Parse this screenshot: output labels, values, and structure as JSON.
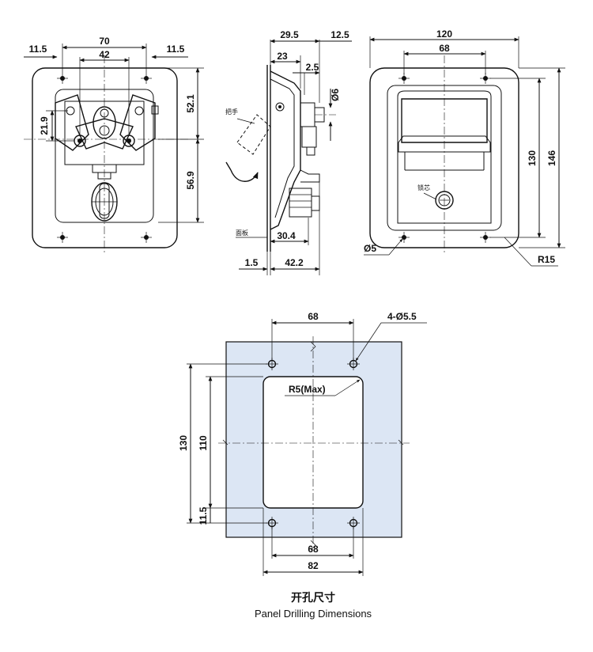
{
  "colors": {
    "panel_fill": "#dce6f4",
    "line": "#111111"
  },
  "front_view": {
    "dim_70": "70",
    "dim_42": "42",
    "dim_11_5_left": "11.5",
    "dim_11_5_right": "11.5",
    "dim_52_1": "52.1",
    "dim_56_9": "56.9",
    "dim_21_9": "21.9"
  },
  "side_view": {
    "dim_29_5": "29.5",
    "dim_12_5": "12.5",
    "dim_23": "23",
    "dim_2_5": "2.5",
    "dim_phi6": "Ø6",
    "dim_30_4": "30.4",
    "dim_1_5": "1.5",
    "dim_42_2": "42.2",
    "label_handle": "把手",
    "label_panel": "面板"
  },
  "rear_view": {
    "dim_120": "120",
    "dim_68": "68",
    "dim_130": "130",
    "dim_146": "146",
    "dim_phi5": "Ø5",
    "dim_r15": "R15",
    "label_lock_core": "锁芯"
  },
  "panel_cutout": {
    "dim_68_top": "68",
    "dim_4_phi5_5": "4-Ø5.5",
    "dim_r5_max": "R5(Max)",
    "dim_130": "130",
    "dim_110": "110",
    "dim_11_5": "11.5",
    "dim_68_bottom": "68",
    "dim_82": "82"
  },
  "caption": {
    "cn": "开孔尺寸",
    "en": "Panel Drilling Dimensions"
  }
}
